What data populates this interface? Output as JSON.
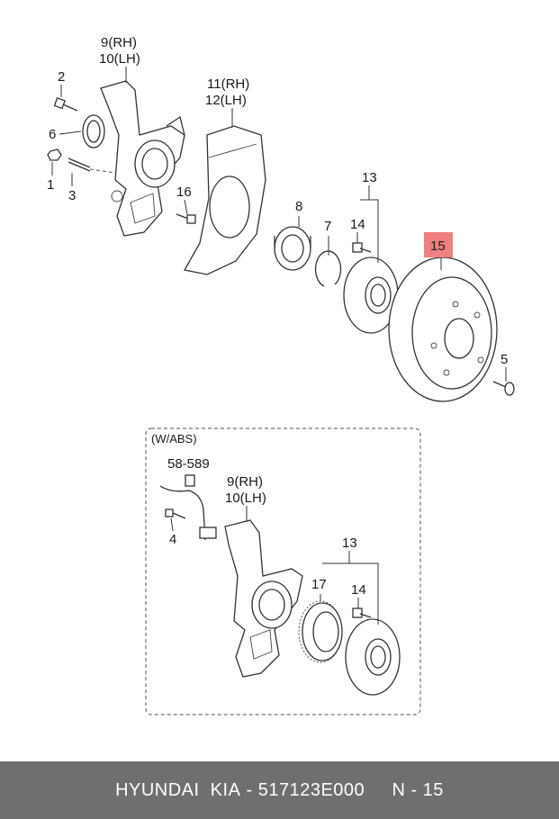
{
  "diagram": {
    "labels": {
      "p9_10": [
        "9(RH)",
        "10(LH)"
      ],
      "p2": "2",
      "p6": "6",
      "p1": "1",
      "p3": "3",
      "p16": "16",
      "p11_12": [
        "11(RH)",
        "12(LH)"
      ],
      "p8": "8",
      "p7": "7",
      "p13": "13",
      "p14": "14",
      "p15": "15",
      "p5": "5"
    },
    "inset": {
      "title": "(W/ABS)",
      "labels": {
        "p58_589": "58-589",
        "p9_10": [
          "9(RH)",
          "10(LH)"
        ],
        "p4": "4",
        "p13": "13",
        "p17": "17",
        "p14": "14"
      }
    },
    "highlight_color": "#f08080"
  },
  "footer": {
    "brand": "HYUNDAI  KIA",
    "separator": " - ",
    "part_number": "517123E000",
    "gap": "     ",
    "ref": "N - 15"
  }
}
